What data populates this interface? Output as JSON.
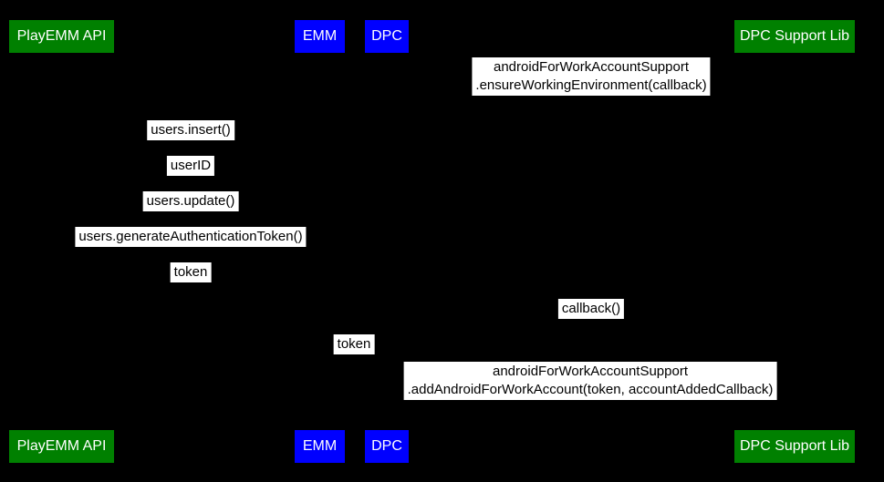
{
  "diagram": {
    "type": "sequence-diagram",
    "colors": {
      "background": "#000000",
      "actor_green": "#008000",
      "actor_blue": "#0000ff",
      "actor_text": "#ffffff",
      "label_bg": "#ffffff",
      "label_text": "#000000"
    },
    "actors": [
      {
        "label": "PlayEMM API",
        "color": "green"
      },
      {
        "label": "EMM",
        "color": "blue"
      },
      {
        "label": "DPC",
        "color": "blue"
      },
      {
        "label": "DPC Support Lib",
        "color": "green"
      }
    ],
    "messages": [
      {
        "from": "DPC",
        "to": "DPC Support Lib",
        "lines": [
          "androidForWorkAccountSupport",
          ".ensureWorkingEnvironment(callback)"
        ]
      },
      {
        "from": "EMM",
        "to": "PlayEMM API",
        "lines": [
          "users.insert()"
        ]
      },
      {
        "from": "PlayEMM API",
        "to": "EMM",
        "lines": [
          "userID"
        ]
      },
      {
        "from": "EMM",
        "to": "PlayEMM API",
        "lines": [
          "users.update()"
        ]
      },
      {
        "from": "EMM",
        "to": "PlayEMM API",
        "lines": [
          "users.generateAuthenticationToken()"
        ]
      },
      {
        "from": "PlayEMM API",
        "to": "EMM",
        "lines": [
          "token"
        ]
      },
      {
        "from": "DPC Support Lib",
        "to": "DPC",
        "lines": [
          "callback()"
        ]
      },
      {
        "from": "EMM",
        "to": "DPC",
        "lines": [
          "token"
        ]
      },
      {
        "from": "DPC",
        "to": "DPC Support Lib",
        "lines": [
          "androidForWorkAccountSupport",
          ".addAndroidForWorkAccount(token, accountAddedCallback)"
        ]
      }
    ]
  }
}
